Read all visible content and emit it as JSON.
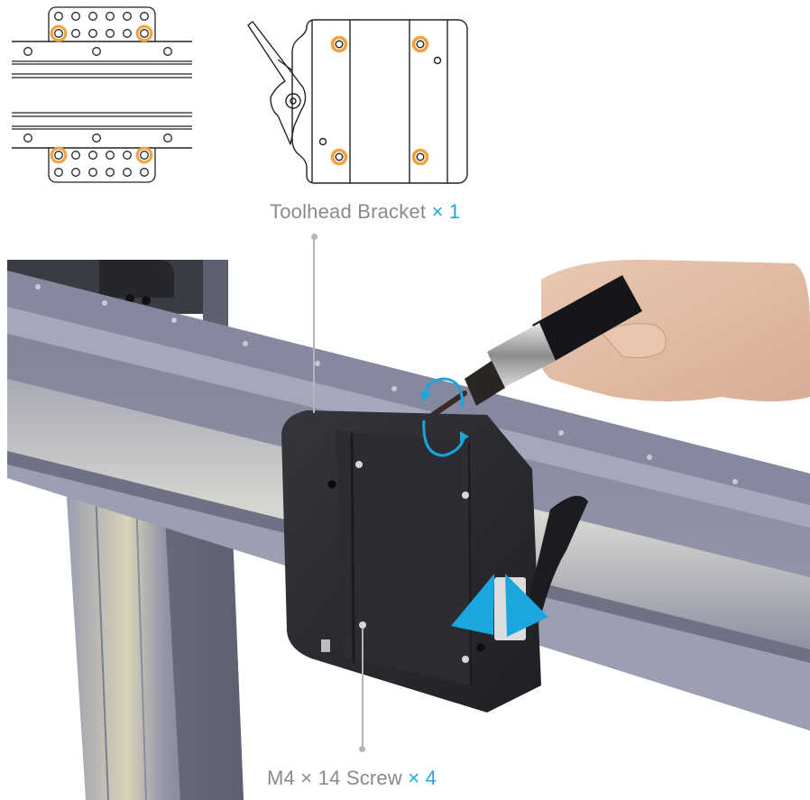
{
  "document": {
    "type": "assembly-instruction-step",
    "colors": {
      "label_text": "#8a8a8a",
      "quantity_accent": "#1aa7e0",
      "highlight_ring": "#f0a340",
      "diagram_stroke": "#222222",
      "leader_line": "#b5b5b5",
      "rail_aluminum": "#8c8ea3",
      "bracket_black": "#2a2c30",
      "arrow_blue": "#1aa7e0"
    }
  },
  "diagrams": {
    "rail_top_view": {
      "name": "rail-mounting-diagram",
      "highlighted_holes": 4,
      "plate_hole_rows": 2,
      "plate_hole_cols": 6
    },
    "bracket_front_view": {
      "name": "toolhead-bracket-diagram",
      "highlighted_holes": 4
    }
  },
  "callouts": {
    "bracket": {
      "text": "Toolhead Bracket",
      "quantity": "× 1"
    },
    "screw": {
      "text": "M4 × 14 Screw",
      "quantity": "× 4"
    }
  },
  "photo": {
    "subject": "Hand tightening screws on toolhead bracket mounted to aluminum rail with hex screwdriver",
    "indicators": {
      "rotation_arrow": "clockwise-rotation-icon",
      "latch_arrows": "triangle-marker-icon"
    }
  }
}
